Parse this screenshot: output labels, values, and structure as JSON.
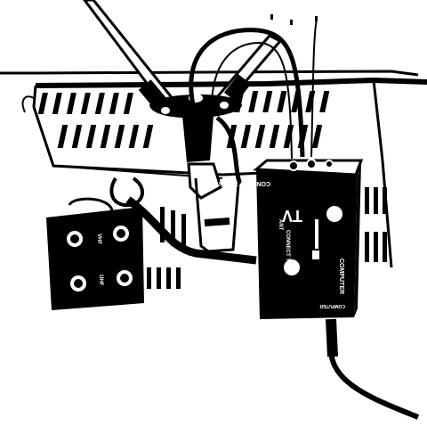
{
  "image": {
    "kind": "line-art illustration",
    "colors": {
      "ink": "#000000",
      "paper": "#ffffff"
    }
  },
  "switch_box": {
    "top_label": "CONNECT TO ANTENNA",
    "big_label": "TV",
    "connect_label": "CONNECT TO TV",
    "ant_label": "ANT",
    "computer_label": "COMPUTER",
    "bottom_label": "COMPUTER"
  },
  "matching_transformer": {
    "upper_label": "VHF",
    "lower_label": "UHF"
  }
}
